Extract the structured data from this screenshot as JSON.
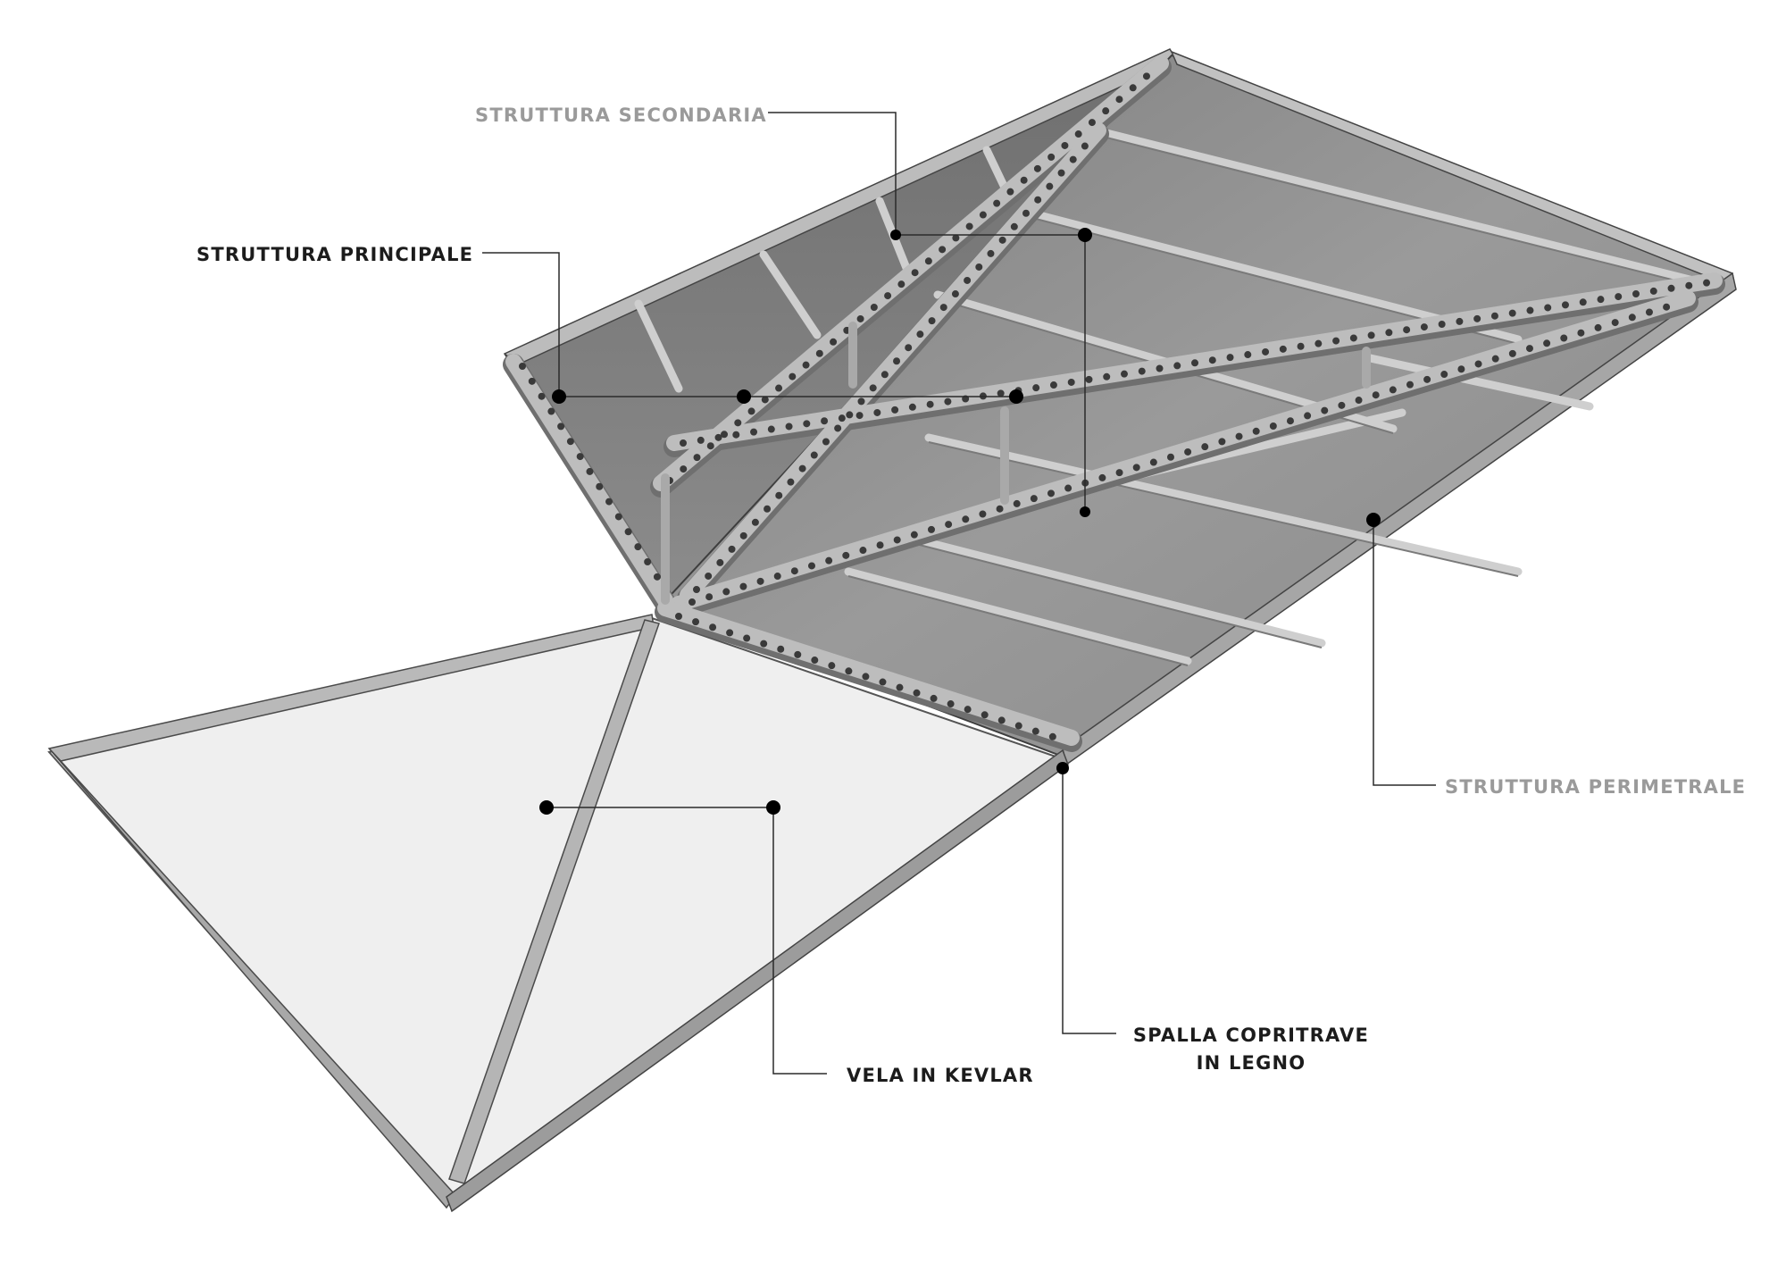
{
  "labels": {
    "struttura_secondaria": "STRUTTURA SECONDARIA",
    "struttura_principale": "STRUTTURA PRINCIPALE",
    "struttura_perimetrale": "STRUTTURA PERIMETRALE",
    "spalla_line1": "SPALLA COPRITRAVE",
    "spalla_line2": "IN LEGNO",
    "vela_in_kevlar": "VELA IN KEVLAR"
  },
  "colors": {
    "dark_label": "#1c1c1c",
    "grey_label": "#9a9a9a",
    "panel_dark": "#8f8f8f",
    "panel_light": "#eeeeee",
    "beam": "#b8b8b8",
    "beam_shade": "#7c7c7c",
    "bolt": "#3a3a3a"
  }
}
